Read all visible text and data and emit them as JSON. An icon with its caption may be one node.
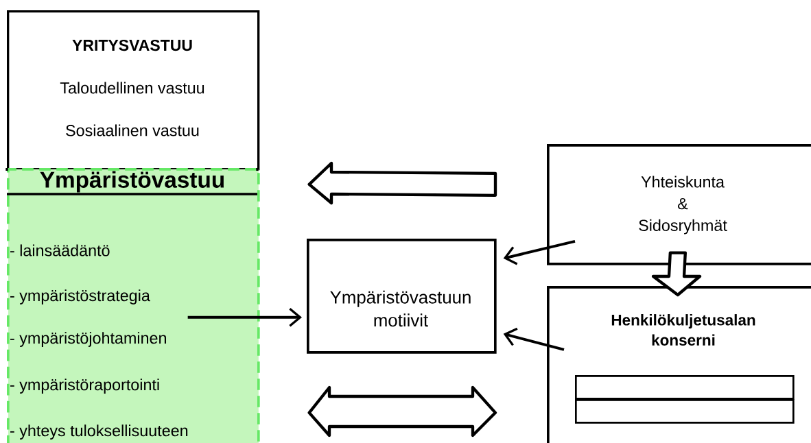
{
  "diagram": {
    "nodes": [
      {
        "text": [
          "YRITYSVASTUU",
          "Taloudellinen vastuu",
          "Sosiaalinen vastuu"
        ]
      },
      {
        "text": [
          "Ympäristövastuu",
          "- lainsäädäntö",
          "- ympäristöstrategia",
          "- ympäristöjohtaminen",
          "- ympäristöraportointi",
          "- yhteys tuloksellisuuteen"
        ]
      },
      {
        "text": [
          "Ympäristövastuun motiivit"
        ]
      },
      {
        "text": [
          "Yhteiskunta & Sidosryhmät"
        ]
      },
      {
        "text": [
          "Henkilökuljetusalan konserni"
        ]
      },
      {
        "text": [],
        "shape": "box",
        "in": 4
      },
      {
        "text": [],
        "shape": "box",
        "in": 4
      }
    ],
    "edges": [
      {
        "from": 3,
        "to": 1,
        "arrow": "to",
        "style": "thick"
      },
      {
        "from": 1,
        "to": 2,
        "arrow": "to"
      },
      {
        "from": 3,
        "to": 2,
        "arrow": "to"
      },
      {
        "from": 4,
        "to": 2,
        "arrow": "to"
      },
      {
        "from": 3,
        "to": 4,
        "arrow": "to",
        "style": "thick"
      },
      {
        "from": 1,
        "to": 4,
        "arrow": "both",
        "style": "thick"
      }
    ]
  }
}
